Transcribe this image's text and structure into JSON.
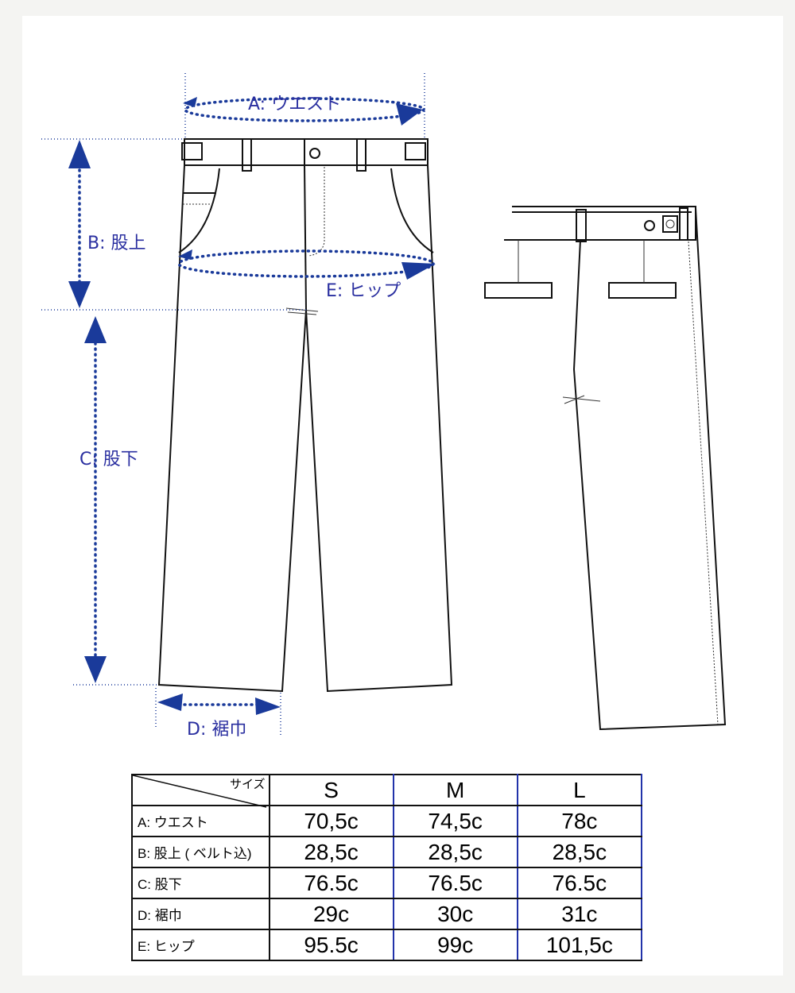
{
  "diagram": {
    "label_a": "A: ウエスト",
    "label_b": "B: 股上",
    "label_c": "C: 股下",
    "label_d": "D: 裾巾",
    "label_e": "E: ヒップ"
  },
  "table": {
    "corner_label": "サイズ",
    "sizes": [
      "S",
      "M",
      "L"
    ],
    "rows": [
      {
        "label": "A: ウエスト",
        "values": [
          "70,5c",
          "74,5c",
          "78c"
        ]
      },
      {
        "label": "B: 股上 ( ベルト込)",
        "values": [
          "28,5c",
          "28,5c",
          "28,5c"
        ]
      },
      {
        "label": "C: 股下",
        "values": [
          "76.5c",
          "76.5c",
          "76.5c"
        ]
      },
      {
        "label": "D: 裾巾",
        "values": [
          "29c",
          "30c",
          "31c"
        ]
      },
      {
        "label": "E: ヒップ",
        "values": [
          "95.5c",
          "99c",
          "101,5c"
        ]
      }
    ]
  },
  "colors": {
    "accent": "#1a3a9a"
  }
}
